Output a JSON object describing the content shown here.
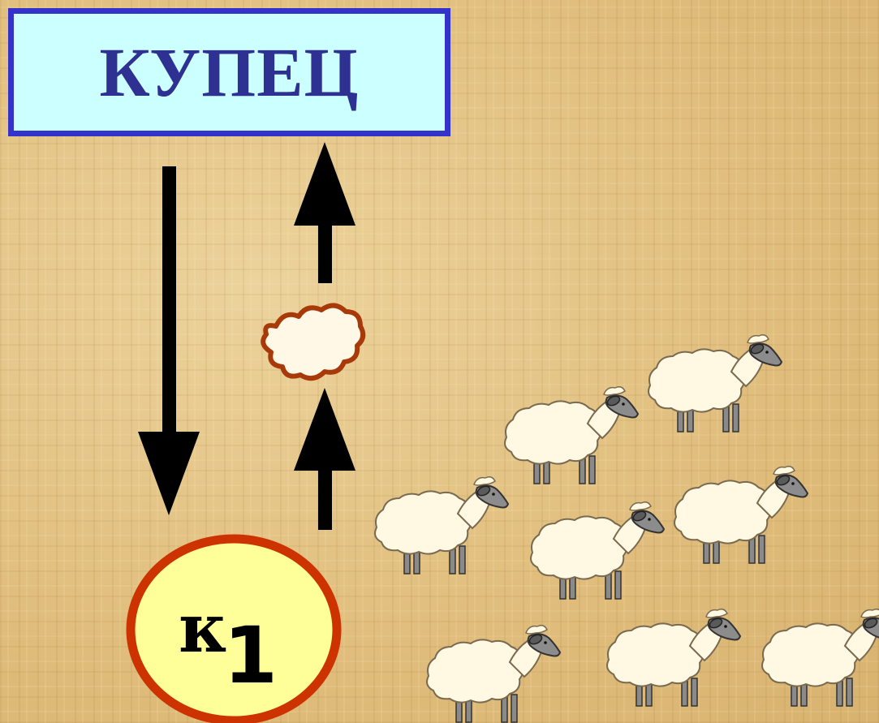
{
  "title": "КУПЕЦ",
  "circle_label": {
    "main": "к",
    "subscript": "1"
  },
  "icons": {
    "fleece": "fleece-cloud-icon",
    "sheep": "sheep-icon"
  },
  "colors": {
    "title_bg": "#ccffff",
    "title_border": "#3333cc",
    "title_text": "#2e3192",
    "circle_fill": "#ffff99",
    "circle_border": "#cc3300",
    "arrow": "#000000"
  }
}
